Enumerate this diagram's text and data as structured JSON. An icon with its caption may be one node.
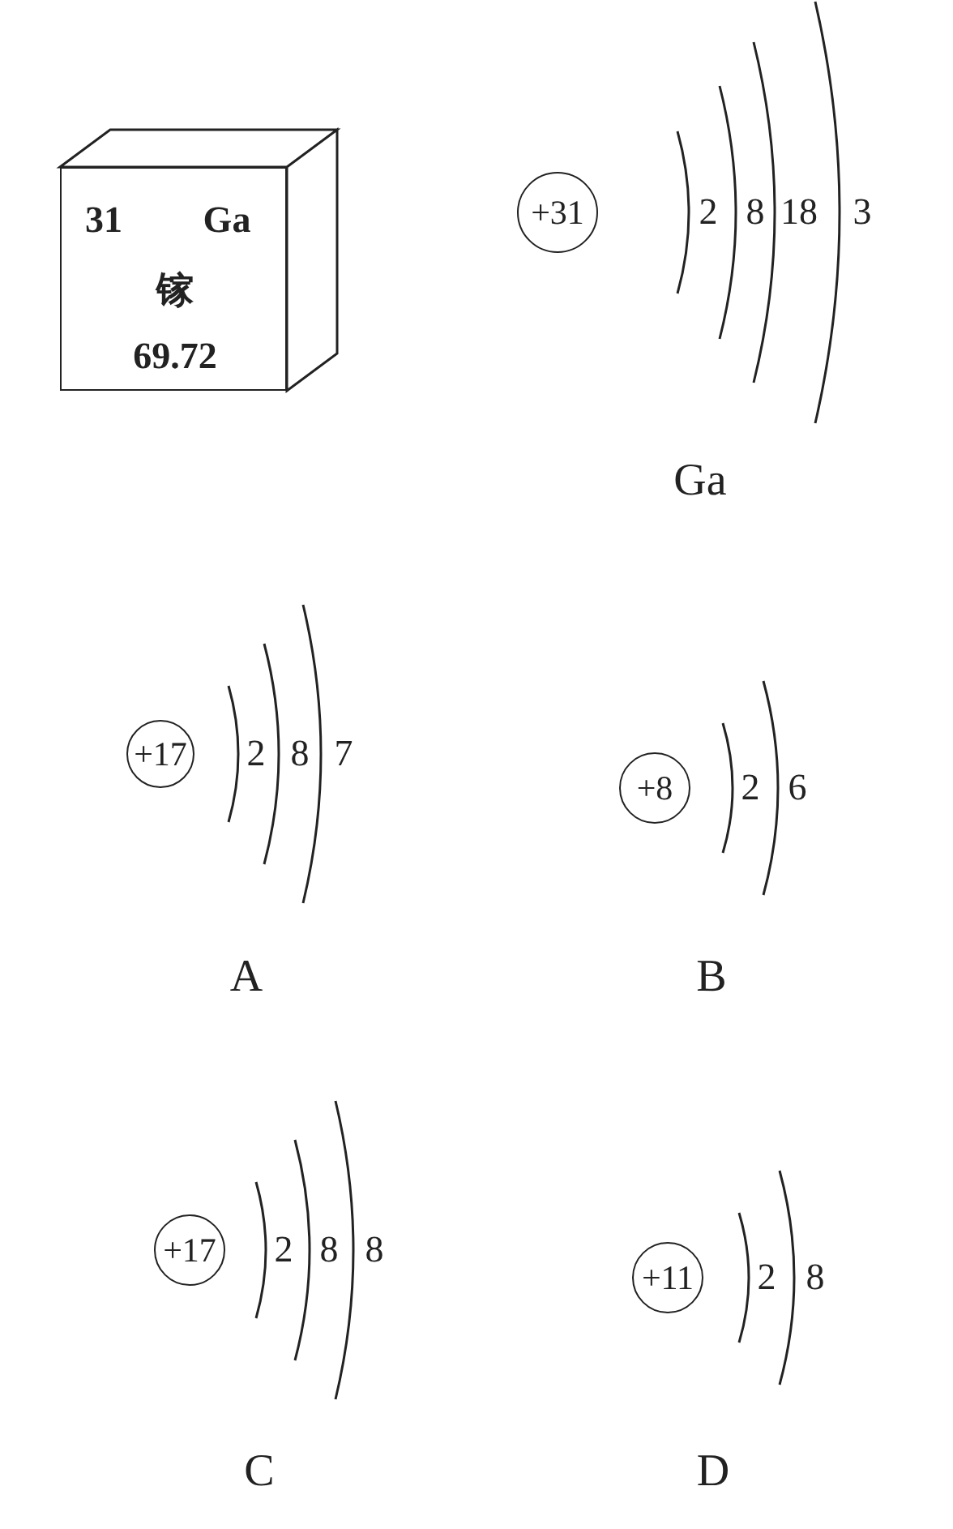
{
  "diagram": {
    "nodes": [
      {
        "text": [
          "31",
          "Ga",
          "镓",
          "69.72"
        ]
      },
      {
        "text": [
          "+31"
        ]
      },
      {
        "text": [
          "+17"
        ]
      },
      {
        "text": [
          "+8"
        ]
      },
      {
        "text": [
          "+17"
        ]
      },
      {
        "text": [
          "+11"
        ]
      }
    ],
    "edges": [],
    "labels": [
      "2",
      "8",
      "18",
      "3",
      "Ga",
      "2",
      "8",
      "7",
      "2",
      "6",
      "A",
      "B",
      "2",
      "8",
      "8",
      "2",
      "8",
      "C",
      "D"
    ]
  }
}
